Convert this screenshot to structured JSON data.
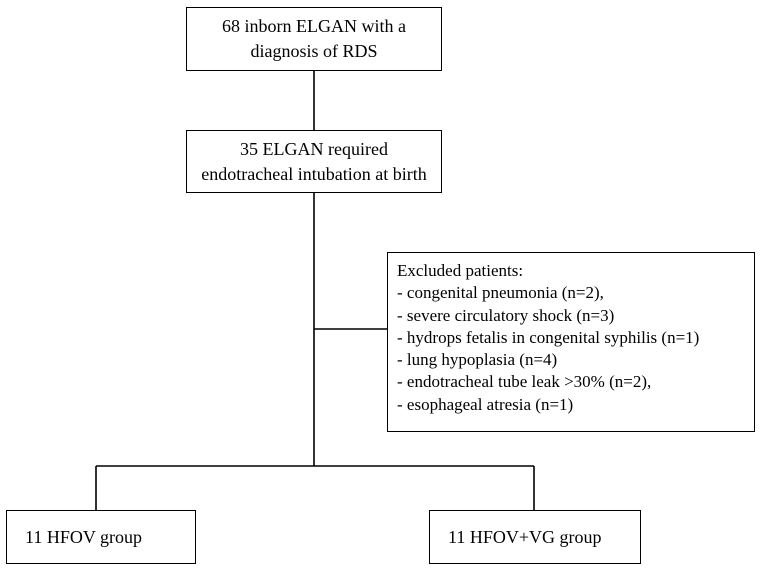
{
  "nodes": {
    "inborn": {
      "lines": [
        "68 inborn ELGAN with a",
        "diagnosis of RDS"
      ]
    },
    "intubated": {
      "lines": [
        "35 ELGAN required",
        "endotracheal intubation at birth"
      ]
    },
    "excluded": {
      "title": "Excluded patients:",
      "items": [
        "- congenital pneumonia (n=2),",
        "- severe circulatory shock (n=3)",
        "- hydrops fetalis in congenital syphilis (n=1)",
        "- lung hypoplasia (n=4)",
        "- endotracheal tube leak >30% (n=2),",
        "- esophageal atresia (n=1)"
      ]
    },
    "hfov": {
      "label": "11 HFOV group"
    },
    "hfov_vg": {
      "label": "11 HFOV+VG group"
    }
  }
}
